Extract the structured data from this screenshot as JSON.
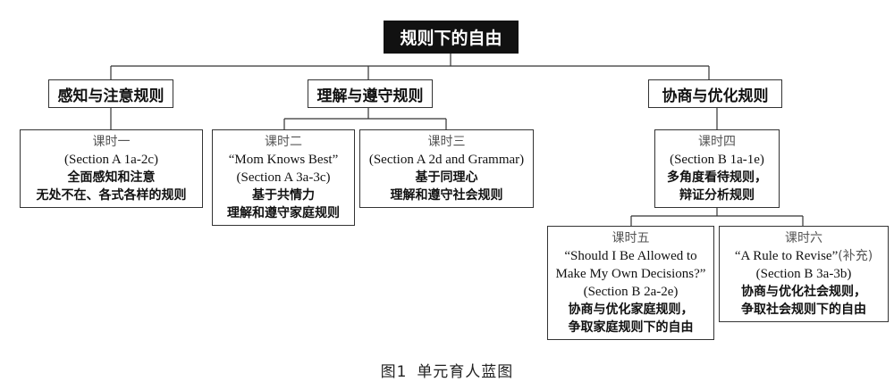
{
  "root": "规则下的自由",
  "level1": [
    "感知与注意规则",
    "理解与遵守规则",
    "协商与优化规则"
  ],
  "lessons": {
    "l1": {
      "title": "课时一",
      "section": "(Section A 1a-2c)",
      "line1": "全面感知和注意",
      "line2": "无处不在、各式各样的规则"
    },
    "l2": {
      "title": "课时二",
      "quote": "“Mom Knows Best”",
      "section": "(Section A 3a-3c)",
      "line1": "基于共情力",
      "line2": "理解和遵守家庭规则"
    },
    "l3": {
      "title": "课时三",
      "section": "(Section A 2d and Grammar)",
      "line1": "基于同理心",
      "line2": "理解和遵守社会规则"
    },
    "l4": {
      "title": "课时四",
      "section": "(Section B 1a-1e)",
      "line1": "多角度看待规则，",
      "line2": "辩证分析规则"
    },
    "l5": {
      "title": "课时五",
      "quote1": "“Should I Be Allowed to",
      "quote2": "Make My Own Decisions?”",
      "section": "(Section B 2a-2e)",
      "line1": "协商与优化家庭规则，",
      "line2": "争取家庭规则下的自由"
    },
    "l6": {
      "title": "课时六",
      "quote": "“A Rule to Revise”",
      "supplement": "(补充)",
      "section": "(Section B 3a-3b)",
      "line1": "协商与优化社会规则，",
      "line2": "争取社会规则下的自由"
    }
  },
  "caption": {
    "figure": "图1",
    "text": "单元育人蓝图"
  }
}
